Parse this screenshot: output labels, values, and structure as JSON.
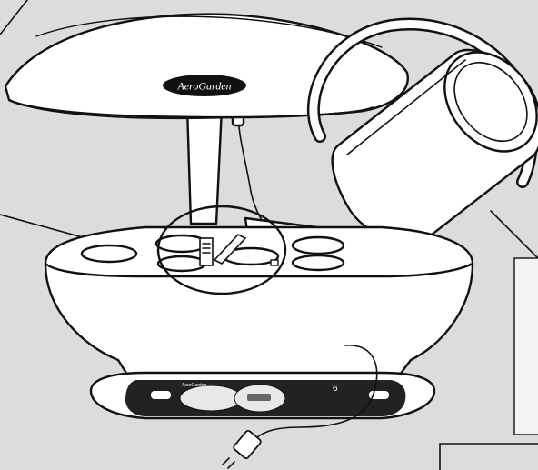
{
  "illustration": {
    "subject": "AeroGarden unit being filled with water from a pitcher",
    "logo_text": "AeroGarden",
    "panel_brand_text": "AeroGarden",
    "panel_model_text": "6",
    "colors": {
      "background": "#dcdcdc",
      "outline": "#111111",
      "fill": "#ffffff",
      "logo_oval": "#111111",
      "logo_text": "#ffffff",
      "panel": "#222222"
    }
  }
}
